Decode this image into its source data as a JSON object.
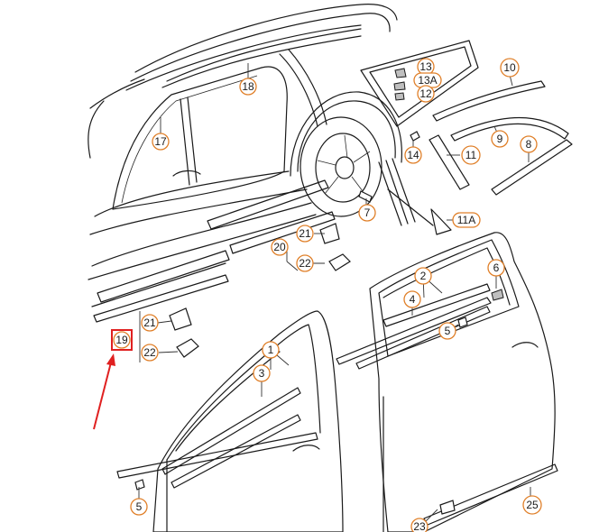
{
  "colors": {
    "line": "#1a1a1a",
    "callout_border": "#e0802a",
    "highlight": "#e02020",
    "background": "#ffffff"
  },
  "callouts": {
    "c1": "1",
    "c2": "2",
    "c3": "3",
    "c4": "4",
    "c5a": "5",
    "c5b": "5",
    "c6": "6",
    "c7": "7",
    "c8": "8",
    "c9": "9",
    "c10": "10",
    "c11": "11",
    "c11a": "11A",
    "c12": "12",
    "c13": "13",
    "c13a": "13A",
    "c14": "14",
    "c17": "17",
    "c18": "18",
    "c19": "19",
    "c20": "20",
    "c21a": "21",
    "c21b": "21",
    "c22a": "22",
    "c22b": "22",
    "c23": "23",
    "c25": "25"
  },
  "highlighted_part": "19"
}
